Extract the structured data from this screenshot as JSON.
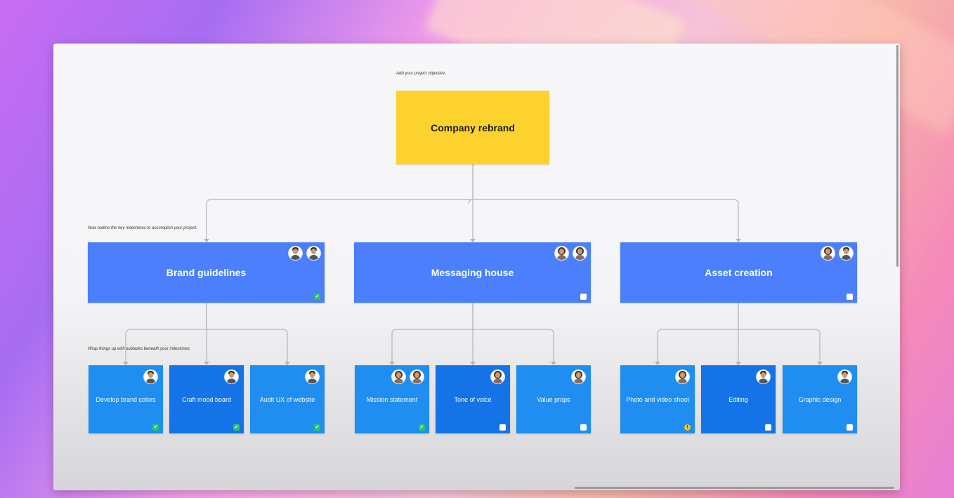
{
  "notes": {
    "objective": "Add your project objective.",
    "milestones": "Now outline the key milestones to accomplish your project.",
    "subtasks": "Wrap things up with subtasks beneath your milestones"
  },
  "root": {
    "title": "Company rebrand",
    "color": "#fdd22e"
  },
  "milestones": [
    {
      "title": "Brand guidelines",
      "status": "done",
      "avatars": [
        "avatar-man-glasses-icon",
        "avatar-man-icon"
      ]
    },
    {
      "title": "Messaging house",
      "status": "todo",
      "avatars": [
        "avatar-woman-icon",
        "avatar-woman-icon"
      ]
    },
    {
      "title": "Asset creation",
      "status": "todo",
      "avatars": [
        "avatar-woman-icon",
        "avatar-man-icon"
      ]
    }
  ],
  "tasks": [
    {
      "title": "Develop brand colors",
      "status": "done"
    },
    {
      "title": "Craft mood board",
      "status": "done"
    },
    {
      "title": "Audit UX of website",
      "status": "done"
    },
    {
      "title": "Mission statement",
      "status": "done"
    },
    {
      "title": "Tone of voice",
      "status": "todo"
    },
    {
      "title": "Value props",
      "status": "todo"
    },
    {
      "title": "Photo and video shoot",
      "status": "blocked"
    },
    {
      "title": "Editing",
      "status": "todo"
    },
    {
      "title": "Graphic design",
      "status": "todo"
    }
  ],
  "colors": {
    "milestone": "#4b7ffb",
    "task": "#1f8ef0",
    "task_dark": "#1473e6",
    "done": "#2dc26b",
    "blocked": "#f2c318"
  },
  "icons": {
    "done": "checkmark-icon",
    "todo": "empty-checkbox-icon",
    "blocked": "warning-icon"
  }
}
